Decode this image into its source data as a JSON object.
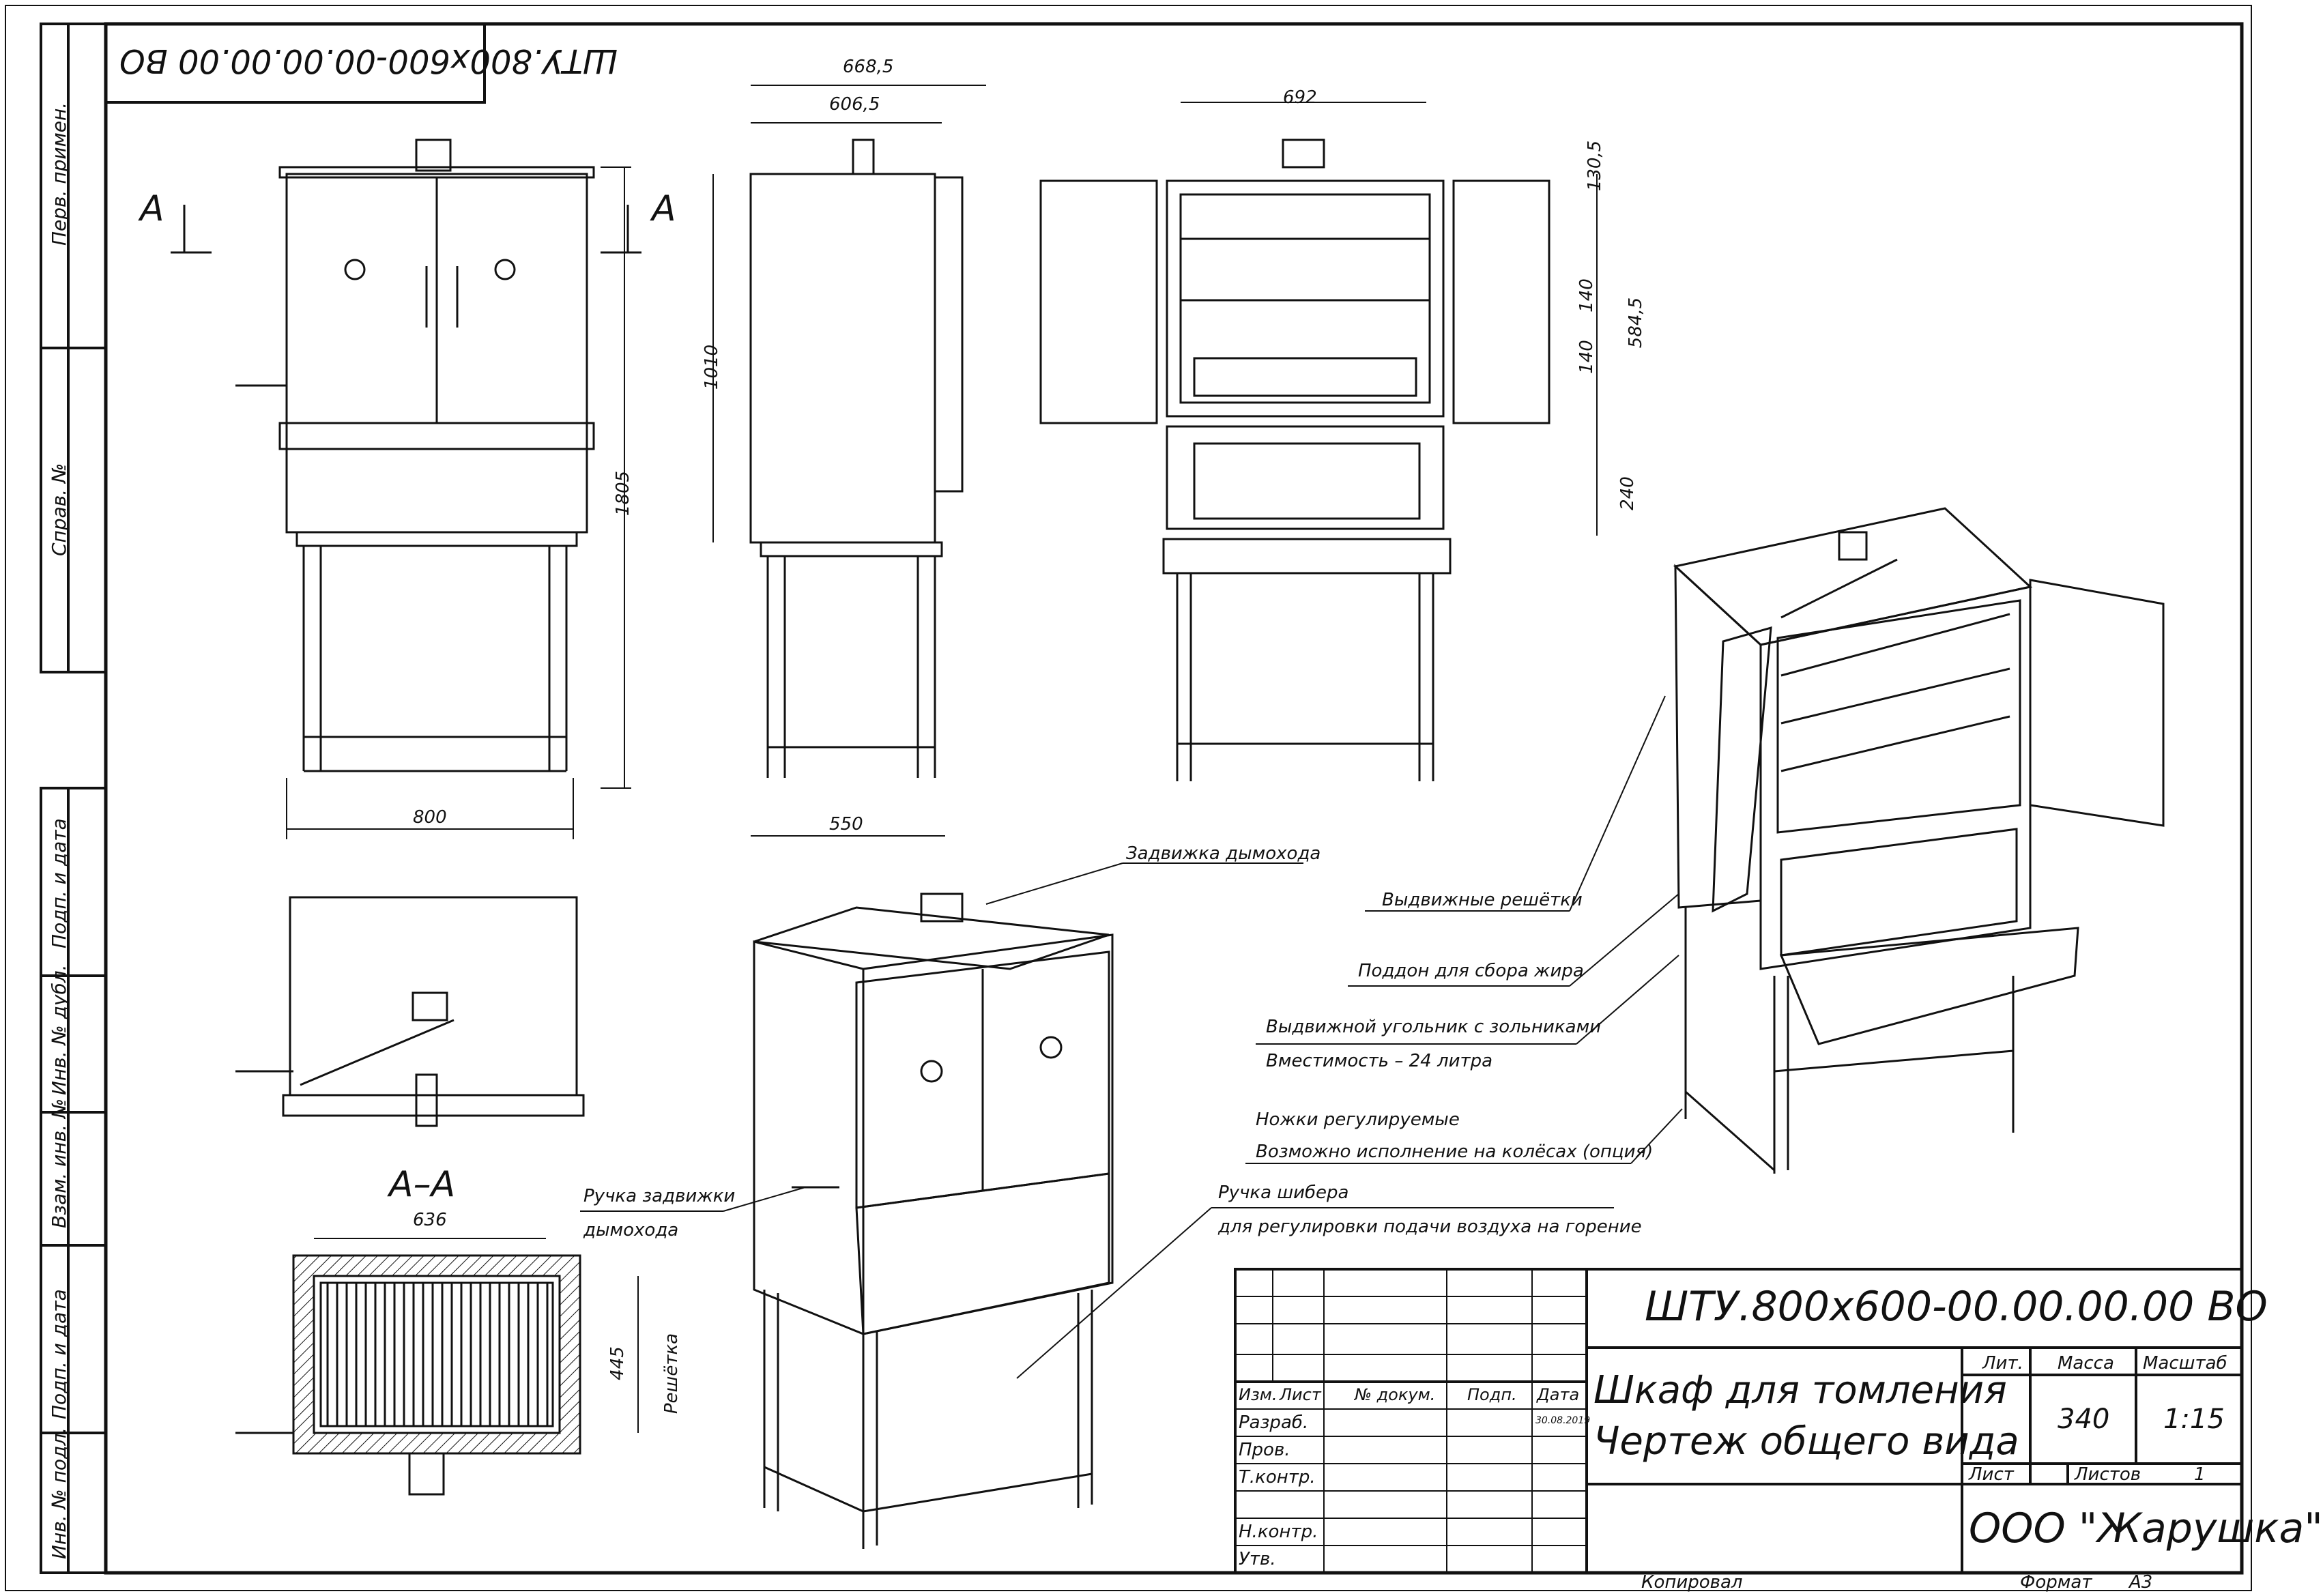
{
  "stamp_code": "ШТУ.800х600-00.00.00.00 ВО",
  "section_arrow_labels": {
    "left": "А",
    "right": "А"
  },
  "section_title": "А–А",
  "dims": {
    "front_width": "800",
    "front_height": "1805",
    "side_depth": "550",
    "side_top_outer": "668,5",
    "side_top_inner": "606,5",
    "side_height": "1010",
    "open_width": "692",
    "h_top": "130,5",
    "h_shelf1": "140",
    "h_shelf2": "140",
    "h_chamber": "584,5",
    "h_ash": "240",
    "section_width": "636",
    "section_depth": "445",
    "grate_label": "Решётка"
  },
  "callouts": {
    "damper": "Задвижка дымохода",
    "grates": "Выдвижные решётки",
    "tray": "Поддон для сбора жира",
    "coal_box": "Выдвижной угольник с зольниками",
    "capacity": "Вместимость – 24 литра",
    "legs": "Ножки регулируемые",
    "wheels": "Возможно исполнение на колёсах (опция)",
    "damper_handle_1": "Ручка задвижки",
    "damper_handle_2": "дымохода",
    "shutter_handle": "Ручка шибера",
    "shutter_desc": "для регулировки подачи воздуха на горение"
  },
  "side_labels": [
    "Перв. примен.",
    "Справ. №",
    "Подп. и дата",
    "Инв. № дубл.",
    "Взам. инв. №",
    "Подп. и дата",
    "Инв. № подл."
  ],
  "title_block": {
    "doc_code": "ШТУ.800х600-00.00.00.00 ВО",
    "name_line1": "Шкаф для томления",
    "name_line2": "Чертеж общего вида",
    "col_headers": {
      "izm": "Изм.",
      "list": "Лист",
      "doc_no": "№ докум.",
      "sign": "Подп.",
      "date": "Дата"
    },
    "date_value": "30.08.2019",
    "roles": [
      "Разраб.",
      "Пров.",
      "Т.контр.",
      "Н.контр.",
      "Утв."
    ],
    "lit_header": "Лит.",
    "mass_header": "Масса",
    "scale_header": "Масштаб",
    "mass_value": "340",
    "scale_value": "1:15",
    "sheet_label": "Лист",
    "sheets_label": "Листов",
    "sheets_value": "1",
    "company": "ООО \"Жарушка\"",
    "copied_label": "Копировал",
    "format_label": "Формат",
    "format_value": "А3"
  }
}
